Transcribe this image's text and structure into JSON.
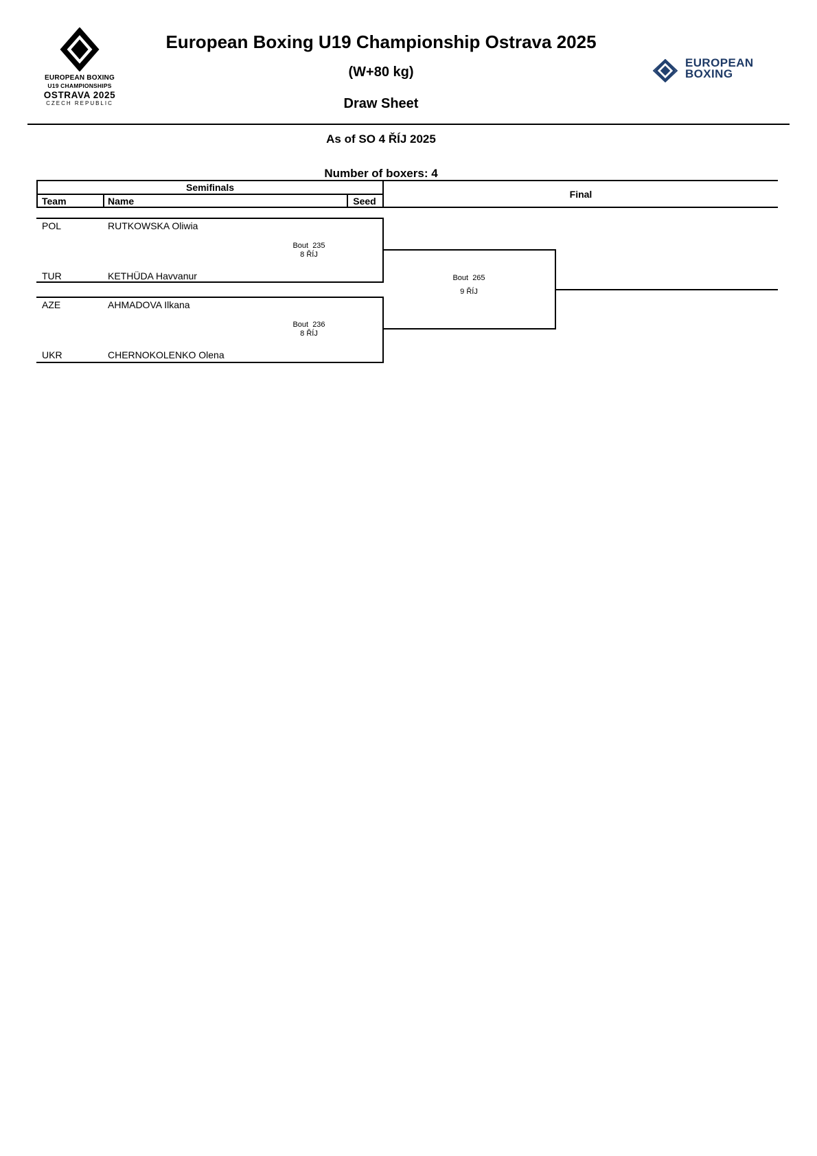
{
  "page": {
    "title": "European Boxing U19 Championship Ostrava 2025",
    "weight_class": "(W+80 kg)",
    "sheet_type": "Draw Sheet",
    "as_of": "As of SO 4 ŘÍJ 2025",
    "boxer_count": "Number of boxers: 4"
  },
  "logo_left": {
    "line1": "EUROPEAN BOXING",
    "line2": "U19 CHAMPIONSHIPS",
    "line3": "OSTRAVA 2025",
    "line4": "CZECH REPUBLIC"
  },
  "logo_right": {
    "line1": "EUROPEAN",
    "line2": "BOXING",
    "color": "#1e3a66"
  },
  "table": {
    "round1_header": "Semifinals",
    "round2_header": "Final",
    "columns": {
      "team": "Team",
      "name": "Name",
      "seed": "Seed"
    }
  },
  "bracket": {
    "rows": [
      {
        "team": "POL",
        "name": "RUTKOWSKA Oliwia"
      },
      {
        "team": "TUR",
        "name": "KETHÜDA Havvanur"
      },
      {
        "team": "AZE",
        "name": "AHMADOVA Ilkana"
      },
      {
        "team": "UKR",
        "name": "CHERNOKOLENKO Olena"
      }
    ],
    "bouts": [
      {
        "label": "Bout  235",
        "date": "8 ŘÍJ"
      },
      {
        "label": "Bout  236",
        "date": "8 ŘÍJ"
      },
      {
        "label": "Bout  265",
        "date": "9 ŘÍJ"
      }
    ]
  }
}
